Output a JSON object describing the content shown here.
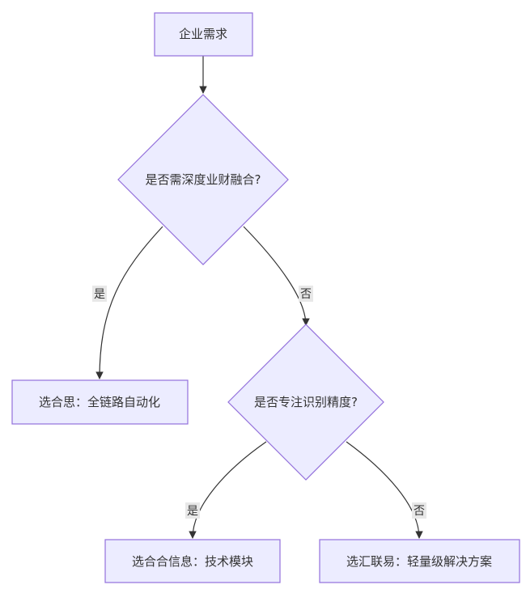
{
  "nodes": {
    "start": {
      "label": "企业需求"
    },
    "decision1": {
      "label": "是否需深度业财融合?"
    },
    "option_a": {
      "label": "选合思：全链路自动化"
    },
    "decision2": {
      "label": "是否专注识别精度?"
    },
    "option_b": {
      "label": "选合合信息：技术模块"
    },
    "option_c": {
      "label": "选汇联易：轻量级解决方案"
    }
  },
  "edges": {
    "d1_yes": {
      "label": "是"
    },
    "d1_no": {
      "label": "否"
    },
    "d2_yes": {
      "label": "是"
    },
    "d2_no": {
      "label": "否"
    }
  },
  "colors": {
    "node_fill": "#ECECFF",
    "node_stroke": "#9370DB",
    "edge": "#333333",
    "label_bg": "#e8e8e8"
  }
}
